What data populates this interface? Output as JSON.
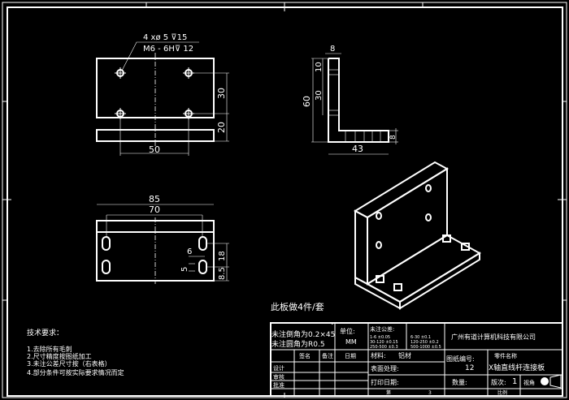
{
  "top_view": {
    "callout_line1": "4 xø 5 ⊽15",
    "callout_line2": "M6 - 6H⊽ 12",
    "dim_width": "50",
    "dim_hole_spacing": "30",
    "dim_edge": "20"
  },
  "side_view": {
    "dim_thickness": "8",
    "dim_top": "10",
    "dim_spacing": "30",
    "dim_height": "60",
    "dim_length": "43",
    "dim_base": "8"
  },
  "front_view": {
    "dim_overall": "85",
    "dim_slot_spacing": "70",
    "dim_slot_width": "6",
    "dim_slot_height": "5",
    "dim_slot_vert": "18",
    "dim_bottom": "8.5"
  },
  "note_quantity": "此板做4件/套",
  "tech_requirements": {
    "title": "技术要求：",
    "items": [
      "1.去除所有毛刺",
      "2.尺寸精度按图纸加工",
      "3.未注公差尺寸按（右表格）",
      "4.部分条件可按实际要求情况而定"
    ]
  },
  "title_block": {
    "chamfer": "未注倒角为0.2×45",
    "degree": "°",
    "fillet": "未注圆角为R0.5",
    "unit_label": "单位:",
    "unit_value": "MM",
    "tolerance_title": "未注公差:",
    "tolerances_left": [
      "1-6 ±0.05",
      "30-120 ±0.15",
      "250-500 ±0.3"
    ],
    "tolerances_right": [
      "6-30 ±0.1",
      "120-250 ±0.2",
      "500-1000 ±0.5"
    ],
    "company": "广州有道计算机科技有限公司",
    "col_signature": "签名",
    "col_remark": "备注",
    "col_date": "日期",
    "designer": "设计",
    "checker": "审核",
    "approver": "批准",
    "material_label": "材料:",
    "material_value": "铝材",
    "surface_label": "表面处理:",
    "print_date_label": "打印日期:",
    "drawing_no_label": "图纸编号:",
    "drawing_no_value": "12",
    "part_name_label": "零件名称",
    "part_name_value": "X轴直线杆连接板",
    "quantity_label": "数量:",
    "version_label": "版次:",
    "version_value": "1",
    "sheet_label": "视角",
    "page_label": "第",
    "page_value": "3",
    "ratio_label": "比例"
  }
}
